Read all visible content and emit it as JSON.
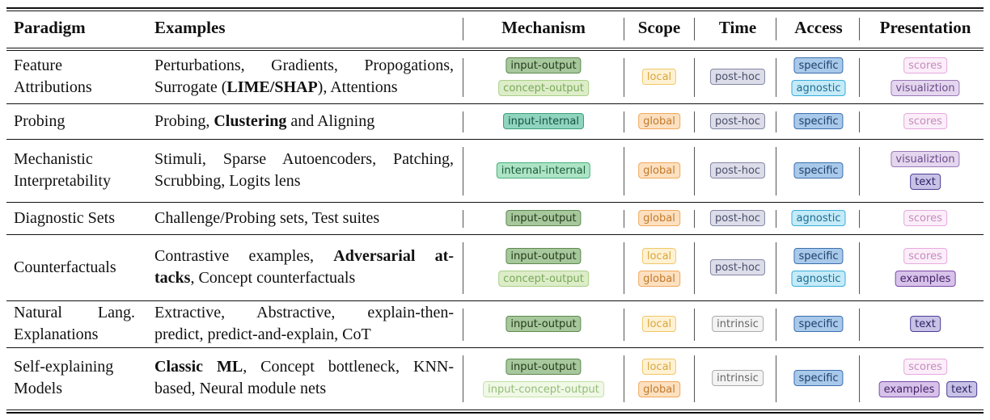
{
  "headers": {
    "paradigm": "Paradigm",
    "examples": "Examples",
    "mechanism": "Mechanism",
    "scope": "Scope",
    "time": "Time",
    "access": "Access",
    "presentation": "Presentation"
  },
  "rows": [
    {
      "paradigm": [
        "Feature",
        "Attributions"
      ],
      "examples": [
        [
          {
            "t": "Perturbations, Gradients, Propogations,"
          }
        ],
        [
          {
            "t": "Surrogate ("
          },
          {
            "t": "LIME/SHAP",
            "b": true
          },
          {
            "t": "), Attentions"
          }
        ]
      ],
      "mechanism": [
        "input-output",
        "concept-output"
      ],
      "scope": [
        "local"
      ],
      "time": [
        "post-hoc"
      ],
      "access": [
        "specific",
        "agnostic"
      ],
      "presentation": [
        [
          "scores"
        ],
        [
          "visualiztion"
        ]
      ]
    },
    {
      "paradigm": [
        "Probing"
      ],
      "examples": [
        [
          {
            "t": "Probing, "
          },
          {
            "t": "Clustering",
            "b": true
          },
          {
            "t": " and Aligning"
          }
        ]
      ],
      "mechanism": [
        "input-internal"
      ],
      "scope": [
        "global"
      ],
      "time": [
        "post-hoc"
      ],
      "access": [
        "specific"
      ],
      "presentation": [
        [
          "scores"
        ]
      ]
    },
    {
      "paradigm": [
        "Mechanistic",
        "Interpretability"
      ],
      "examples": [
        [
          {
            "t": "Stimuli, Sparse Autoencoders, Patching,"
          }
        ],
        [
          {
            "t": "Scrubbing, Logits lens"
          }
        ]
      ],
      "mechanism": [
        "internal-internal"
      ],
      "scope": [
        "global"
      ],
      "time": [
        "post-hoc"
      ],
      "access": [
        "specific"
      ],
      "presentation": [
        [
          "visualiztion"
        ],
        [
          "text"
        ]
      ]
    },
    {
      "paradigm": [
        "Diagnostic Sets"
      ],
      "examples": [
        [
          {
            "t": "Challenge/Probing sets, Test suites"
          }
        ]
      ],
      "mechanism": [
        "input-output"
      ],
      "scope": [
        "global"
      ],
      "time": [
        "post-hoc"
      ],
      "access": [
        "agnostic"
      ],
      "presentation": [
        [
          "scores"
        ]
      ]
    },
    {
      "paradigm": [
        "Counterfactuals"
      ],
      "examples": [
        [
          {
            "t": "Contrastive examples, "
          },
          {
            "t": "Adversarial at-",
            "b": true
          }
        ],
        [
          {
            "t": "tacks",
            "b": true
          },
          {
            "t": ", Concept counterfactuals"
          }
        ]
      ],
      "mechanism": [
        "input-output",
        "concept-output"
      ],
      "scope": [
        "local",
        "global"
      ],
      "time": [
        "post-hoc"
      ],
      "access": [
        "specific",
        "agnostic"
      ],
      "presentation": [
        [
          "scores"
        ],
        [
          "examples"
        ]
      ]
    },
    {
      "paradigm": [
        "Natural Lang.",
        "Explanations"
      ],
      "examples": [
        [
          {
            "t": "Extractive, Abstractive, explain-then-"
          }
        ],
        [
          {
            "t": "predict, predict-and-explain, CoT"
          }
        ]
      ],
      "mechanism": [
        "input-output"
      ],
      "scope": [
        "local"
      ],
      "time": [
        "intrinsic"
      ],
      "access": [
        "specific"
      ],
      "presentation": [
        [
          "text"
        ]
      ]
    },
    {
      "paradigm": [
        "Self-explaining",
        "Models"
      ],
      "examples": [
        [
          {
            "t": "Classic ML",
            "b": true
          },
          {
            "t": ", Concept bottleneck, KNN-"
          }
        ],
        [
          {
            "t": "based, Neural module nets"
          }
        ]
      ],
      "mechanism": [
        "input-output",
        "input-concept-output"
      ],
      "scope": [
        "local",
        "global"
      ],
      "time": [
        "intrinsic"
      ],
      "access": [
        "specific"
      ],
      "presentation": [
        [
          "scores"
        ],
        [
          "examples",
          "text"
        ]
      ]
    }
  ],
  "tag_colors": {
    "input-output": "#a7c79c",
    "concept-output": "#dcedc8",
    "input-internal": "#8fd4be",
    "internal-internal": "#aee4c6",
    "input-concept-output": "#f0f8e6",
    "local": "#fff2d4",
    "global": "#fde0c0",
    "post-hoc": "#dcdde9",
    "intrinsic": "#f3f3f3",
    "specific": "#a9c9ea",
    "agnostic": "#c5eaf8",
    "scores": "#fbeef9",
    "visualiztion": "#e4d6ee",
    "text": "#c8c2e6",
    "examples": "#d7c2ea"
  }
}
